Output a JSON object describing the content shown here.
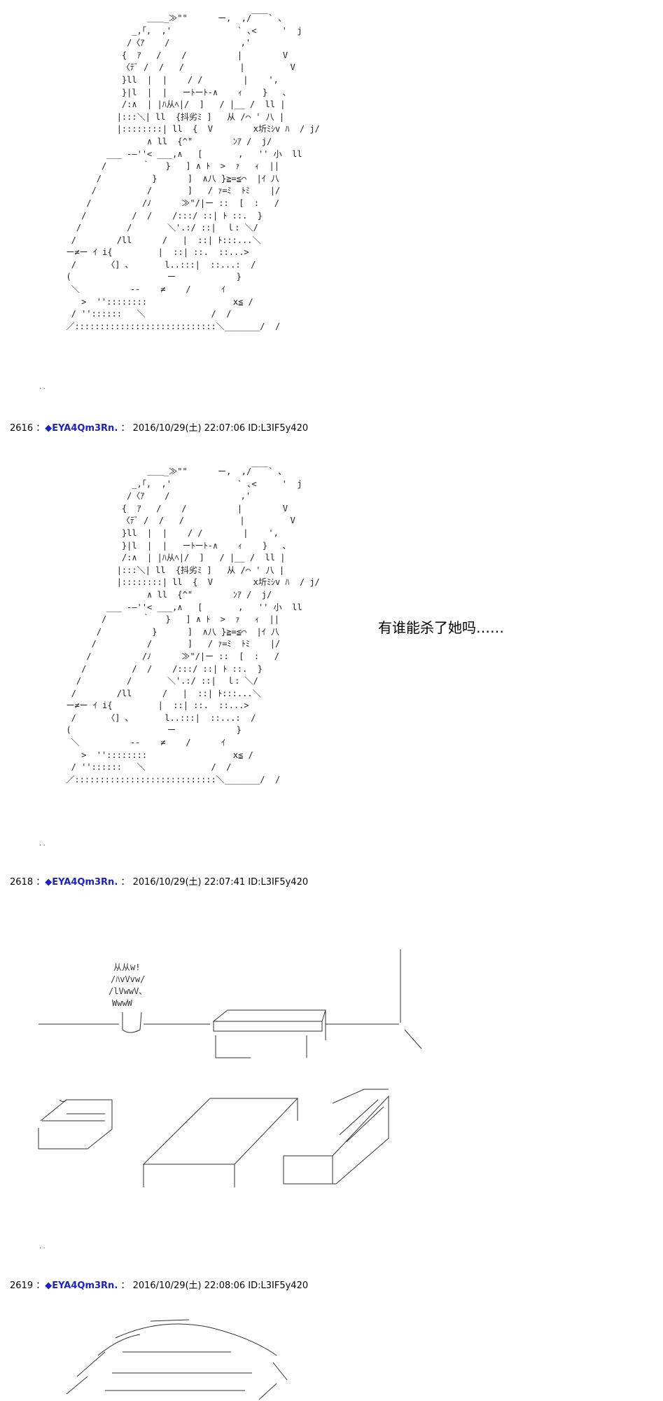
{
  "posts": [
    {
      "number": "2616",
      "separator": "：",
      "diamond": "◆",
      "trip": "EYA4Qm3Rn.",
      "colon": "：",
      "datetime": "2016/10/29(土) 22:07:06",
      "id": "ID:L3IF5y420"
    },
    {
      "number": "2618",
      "separator": "：",
      "diamond": "◆",
      "trip": "EYA4Qm3Rn.",
      "colon": "：",
      "datetime": "2016/10/29(土) 22:07:41",
      "id": "ID:L3IF5y420"
    },
    {
      "number": "2619",
      "separator": "：",
      "diamond": "◆",
      "trip": "EYA4Qm3Rn.",
      "colon": "：",
      "datetime": "2016/10/29(土) 22:08:06",
      "id": "ID:L3IF5y420"
    }
  ],
  "dialogue": "有谁能杀了她吗……",
  "spacer_dots": "..",
  "ascii_art_girl": "                  ＿＿_≫\"\"      ー,  ,/￣￣` ､\n               _,｢,  ,'             ` ､<     '  j\n              /〈ｱ    /              ,'\n             {  ｱ   /    /          |        V\n             〈ﾃﾞ /  /   /           |         V\n             }ll  |  |    / /        |    ',\n             }|l  |  |   ーﾄーﾄ-∧    ｨ    }   ､\n             /:∧  | |ﾊ从ﾍ|/  ]   / |__ /  ll |\n            |:::＼| ll  {抖劣ﾐ ]   从 /⌒ ' 八 |\n            |::::::::| ll  {  V        x圻ﾐｼv ﾊ  / j/\n                  ∧ ll  {^\"        ﾝｱ /  j/\n          ___ -―''< ___,∧   [       ,   '' 小  ll\n         /       ｀   }   ] ∧ ﾄ  >  ｧ   ｨ  ||\n        /          }      ]  ∧八 }≧=≦⌒  |ｲ 八\n       /          /       ]   / ｧ=ﾐ  ﾄﾐ    |/\n      /          /ﾉ      ≫\"/|ー ::  [  :   /\n     /         /  /    /:::/ ::| ﾄ ::.  }\n    /         /       ＼'.:/ ::|  ｌ: ＼/\n   /        /ll      /   |  ::| ﾄ:::...＼\n  ー≠ー ｲ i{         |  ::| ::.  ::...>\n   /      〈] ､       l..:::|  ::...:  /\n  (                   ー            }\n   ＼          --    ≠    /      ｲ\n     >  ''::::::::                 x≦ /\n   / ''::::::   ＼             /  /\n  ／::::::::::::::::::::::::::::＼_______/  /"
}
